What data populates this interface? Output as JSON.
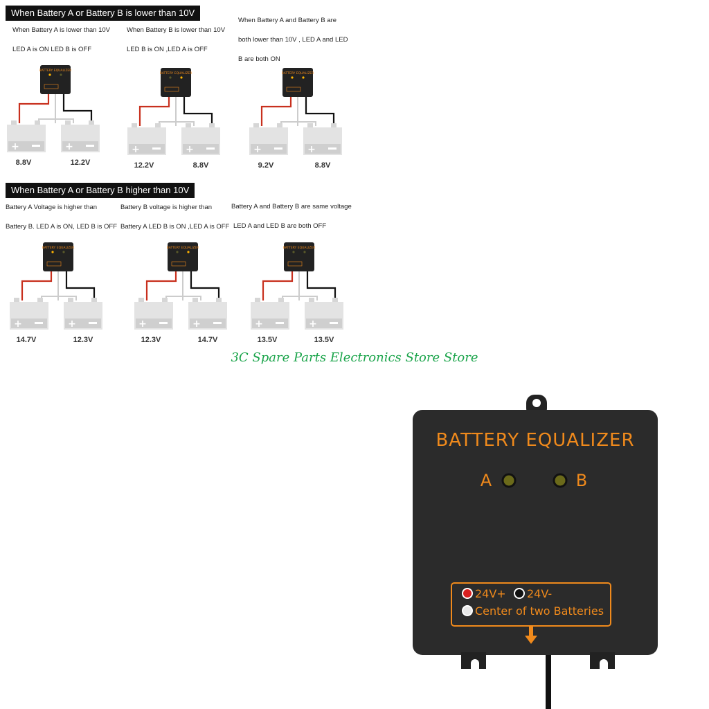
{
  "section1": {
    "header": "When Battery A or Battery B is lower than 10V",
    "panels": [
      {
        "caption1": "When Battery A is lower than 10V",
        "caption2": "LED A is ON  LED B is OFF",
        "caption3": "",
        "voltA": "8.8V",
        "voltB": "12.2V"
      },
      {
        "caption1": "When Battery B is lower than 10V",
        "caption2": "LED B is ON ,LED A is OFF",
        "caption3": "",
        "voltA": "12.2V",
        "voltB": "8.8V"
      },
      {
        "caption1": "When Battery A and Battery B are",
        "caption2": "both lower than 10V ,  LED A and LED",
        "caption3": "B are both ON",
        "voltA": "9.2V",
        "voltB": "8.8V"
      }
    ]
  },
  "section2": {
    "header": "When Battery A or Battery B higher than 10V",
    "panels": [
      {
        "caption1": "Battery A Voltage is higher than",
        "caption2": "Battery B. LED A is ON, LED B is OFF",
        "voltA": "14.7V",
        "voltB": "12.3V"
      },
      {
        "caption1": "Battery B voltage is higher than",
        "caption2": "Battery A LED B is ON ,LED A is OFF",
        "voltA": "12.3V",
        "voltB": "14.7V"
      },
      {
        "caption1": "Battery A and Battery B are same voltage",
        "caption2": "LED A and LED B are both OFF",
        "voltA": "13.5V",
        "voltB": "13.5V"
      }
    ]
  },
  "device_label": "BATTERY EQUALIZER",
  "store_name": "3C Spare Parts Electronics Store Store",
  "product": {
    "title": "BATTERY EQUALIZER",
    "led_a": "A",
    "led_b": "B",
    "legend_pos": "24V+",
    "legend_neg": "24V-",
    "legend_center": "Center of two Batteries"
  },
  "colors": {
    "accent": "#f08a1c",
    "body": "#2a2a2a",
    "wire_red": "#c8301e",
    "wire_black": "#111111",
    "battery": "#e3e3e3",
    "store_green": "#1aa44a"
  }
}
